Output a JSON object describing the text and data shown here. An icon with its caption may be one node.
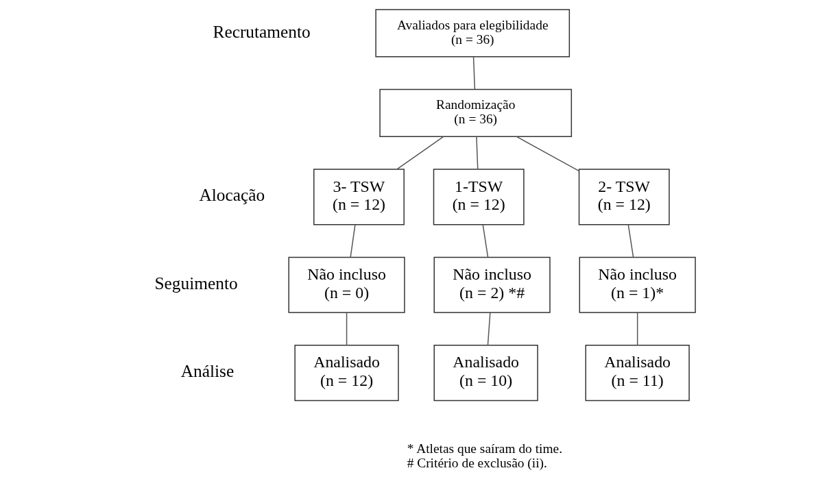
{
  "diagram": {
    "nodes": [
      {
        "text": [
          "Avaliados para elegibilidade",
          "(n = 36)"
        ]
      },
      {
        "text": [
          "Randomização",
          "(n = 36)"
        ]
      },
      {
        "text": [
          "1-TSW",
          "(n = 12)"
        ]
      },
      {
        "text": [
          "2- TSW",
          "(n = 12)"
        ]
      },
      {
        "text": [
          "3- TSW",
          "(n = 12)"
        ]
      },
      {
        "text": [
          "Não incluso",
          "(n = 2) *#"
        ]
      },
      {
        "text": [
          "Não incluso",
          "(n = 1)*"
        ]
      },
      {
        "text": [
          "Não incluso",
          "(n = 0)"
        ]
      },
      {
        "text": [
          "Analisado",
          "(n = 10)"
        ]
      },
      {
        "text": [
          "Analisado",
          "(n = 11)"
        ]
      },
      {
        "text": [
          "Analisado",
          "(n = 12)"
        ]
      }
    ],
    "edges": [
      {
        "from": 0,
        "to": 1,
        "arrow": "none"
      },
      {
        "from": 1,
        "to": 2,
        "arrow": "none"
      },
      {
        "from": 1,
        "to": 3,
        "arrow": "none"
      },
      {
        "from": 1,
        "to": 4,
        "arrow": "none"
      },
      {
        "from": 2,
        "to": 5,
        "arrow": "none"
      },
      {
        "from": 3,
        "to": 6,
        "arrow": "none"
      },
      {
        "from": 4,
        "to": 7,
        "arrow": "none"
      },
      {
        "from": 5,
        "to": 8,
        "arrow": "none"
      },
      {
        "from": 6,
        "to": 9,
        "arrow": "none"
      },
      {
        "from": 7,
        "to": 10,
        "arrow": "none"
      }
    ],
    "labels": [
      "Recrutamento",
      "Alocação",
      "Seguimento",
      "Análise",
      "* Atletas que saíram do time.",
      "# Critério de exclusão (ii)."
    ]
  }
}
